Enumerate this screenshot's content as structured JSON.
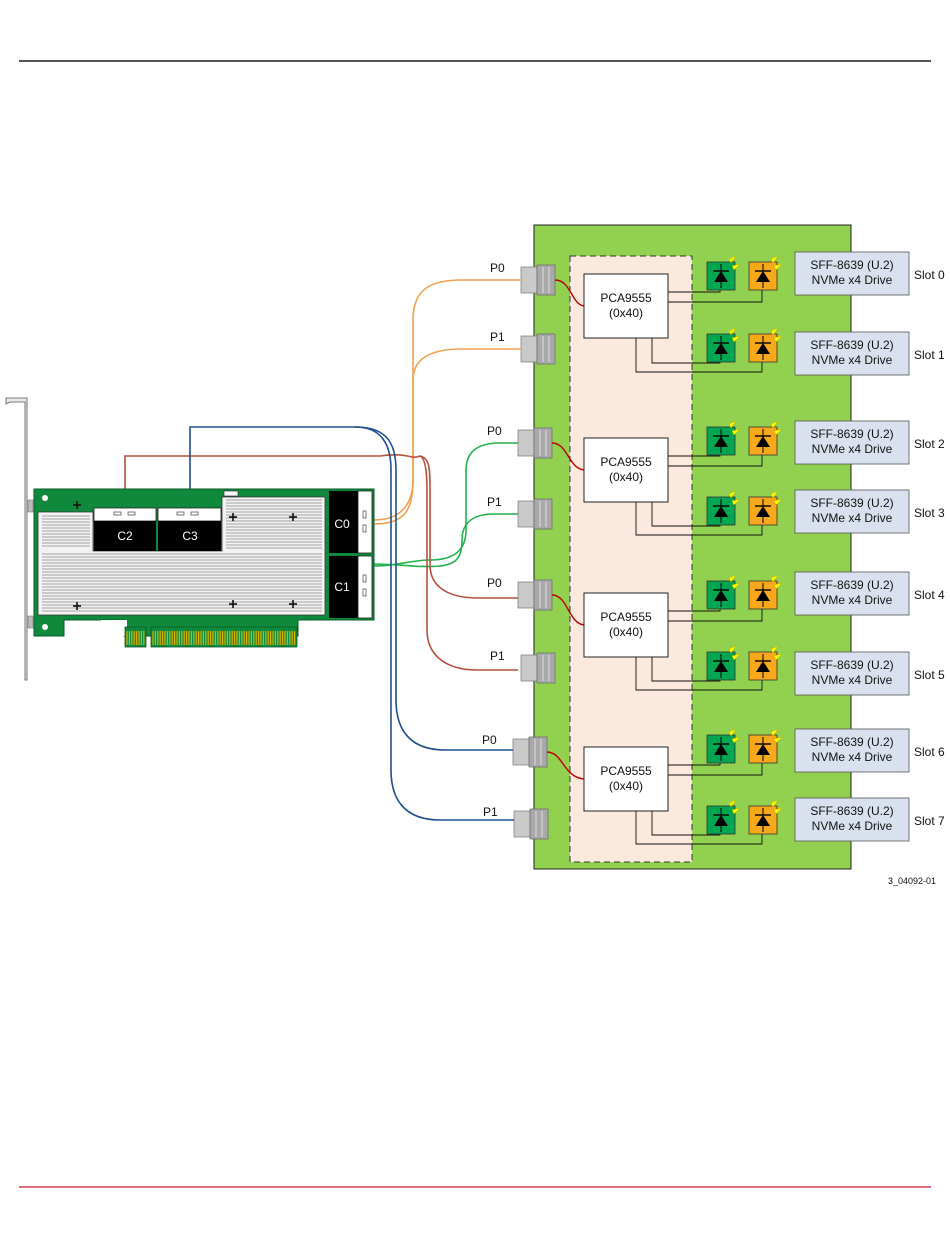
{
  "figure": {
    "id_label": "3_04092-01"
  },
  "card": {
    "connectors": [
      "C0",
      "C1",
      "C2",
      "C3"
    ]
  },
  "backplane": {
    "controllers": [
      {
        "name": "PCA9555",
        "address": "(0x40)"
      },
      {
        "name": "PCA9555",
        "address": "(0x40)"
      },
      {
        "name": "PCA9555",
        "address": "(0x40)"
      },
      {
        "name": "PCA9555",
        "address": "(0x40)"
      }
    ],
    "ports": [
      {
        "label": "P0"
      },
      {
        "label": "P1"
      },
      {
        "label": "P0"
      },
      {
        "label": "P1"
      },
      {
        "label": "P0"
      },
      {
        "label": "P1"
      },
      {
        "label": "P0"
      },
      {
        "label": "P1"
      }
    ],
    "slots": [
      {
        "label": "Slot 0",
        "drive_line1": "SFF-8639 (U.2)",
        "drive_line2": "NVMe x4 Drive"
      },
      {
        "label": "Slot 1",
        "drive_line1": "SFF-8639 (U.2)",
        "drive_line2": "NVMe x4 Drive"
      },
      {
        "label": "Slot 2",
        "drive_line1": "SFF-8639 (U.2)",
        "drive_line2": "NVMe x4 Drive"
      },
      {
        "label": "Slot 3",
        "drive_line1": "SFF-8639 (U.2)",
        "drive_line2": "NVMe x4 Drive"
      },
      {
        "label": "Slot 4",
        "drive_line1": "SFF-8639 (U.2)",
        "drive_line2": "NVMe x4 Drive"
      },
      {
        "label": "Slot 5",
        "drive_line1": "SFF-8639 (U.2)",
        "drive_line2": "NVMe x4 Drive"
      },
      {
        "label": "Slot 6",
        "drive_line1": "SFF-8639 (U.2)",
        "drive_line2": "NVMe x4 Drive"
      },
      {
        "label": "Slot 7",
        "drive_line1": "SFF-8639 (U.2)",
        "drive_line2": "NVMe x4 Drive"
      }
    ]
  },
  "colors": {
    "header_rule": "#1a1a1a",
    "footer_rule": "#c8102e",
    "backplane_green": "#92d050",
    "card_green": "#0f8a3c",
    "heatsink": "#f2f2f2",
    "zone_fill": "#fbe9dd",
    "drive_fill": "#dae1ee",
    "led_green": "#00a651",
    "led_amber": "#f7a81b",
    "cable_orange": "#f0a050",
    "cable_green": "#22b14c",
    "cable_rust": "#b5503a",
    "cable_blue": "#1f4e8c",
    "cable_red": "#c00000",
    "cable_red_dark": "#b03020"
  }
}
